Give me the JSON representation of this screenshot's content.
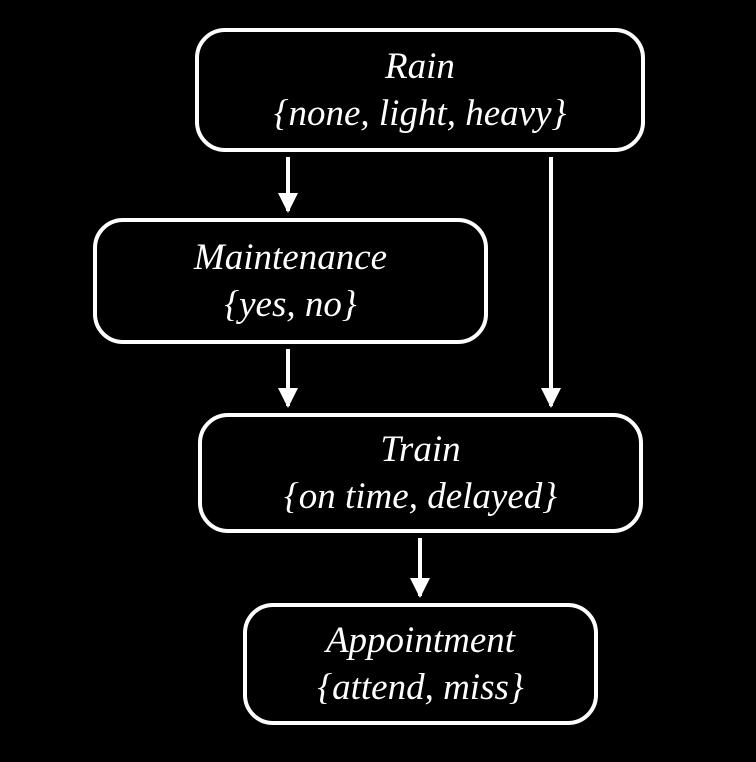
{
  "diagram": {
    "title": "bayesian-network",
    "colors": {
      "background": "#000000",
      "node_border": "#ffffff",
      "text": "#ffffff",
      "arrow": "#ffffff"
    },
    "nodes": [
      {
        "id": "rain",
        "label": "Rain",
        "domain": "{none, light, heavy}"
      },
      {
        "id": "maintenance",
        "label": "Maintenance",
        "domain": "{yes, no}"
      },
      {
        "id": "train",
        "label": "Train",
        "domain": "{on time, delayed}"
      },
      {
        "id": "appointment",
        "label": "Appointment",
        "domain": "{attend, miss}"
      }
    ],
    "edges": [
      {
        "from": "Rain",
        "to": "Maintenance"
      },
      {
        "from": "Rain",
        "to": "Train"
      },
      {
        "from": "Maintenance",
        "to": "Train"
      },
      {
        "from": "Train",
        "to": "Appointment"
      }
    ]
  }
}
